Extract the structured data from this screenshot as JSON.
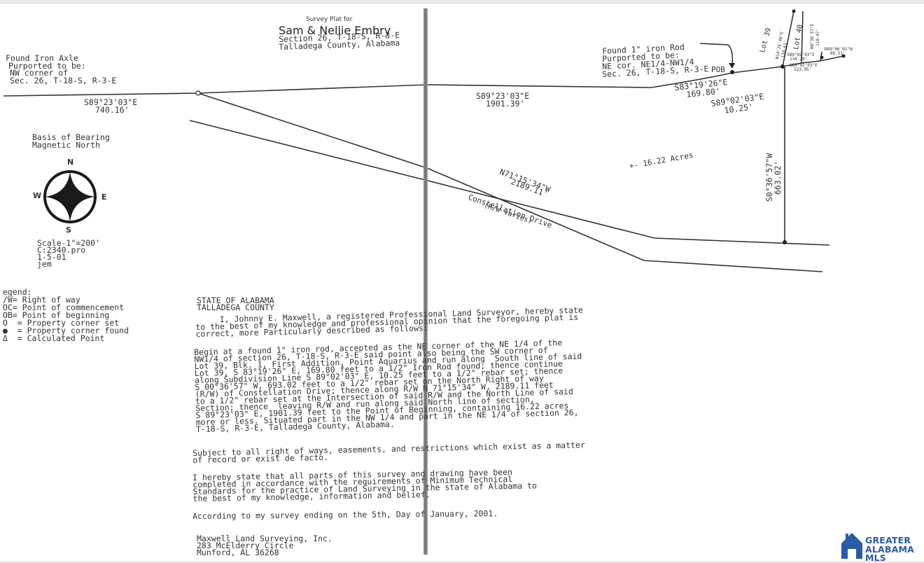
{
  "plat_header": {
    "label": "Survey Plat for",
    "owner": "Sam & Nellie Embry",
    "section": "Section 26, T-18-S, R-3-E",
    "county": "Talladega County, Alabama"
  },
  "found_axle": [
    "Found Iron Axle",
    "Purported to be:",
    "NW corner of",
    "Sec. 26, T-18-S, R-3-E"
  ],
  "found_rod": [
    "Found 1\" iron Rod",
    "Purported to be:",
    "NE cor. NE1/4-NW1/4",
    "Sec. 26, T-18-S, R-3-E"
  ],
  "pob": "POB",
  "bearings": {
    "west_bearing": "S89°23'03\"E",
    "west_distance": "740.16'",
    "north_bearing": "S89°23'03\"E",
    "north_distance": "1901.39'",
    "b1_bearing": "S83°19'26\"E",
    "b1_distance": "169.80'",
    "b2_bearing": "S89°02'03\"E",
    "b2_distance": "10.25'",
    "east_bearing": "S0°36'57\"W",
    "east_distance": "663.02'",
    "road_bearing": "N71°15'34\"W",
    "road_distance": "2189.11'"
  },
  "small_labels": {
    "ne1": "N14°26'46\"E",
    "ne1d": "134.61'",
    "ne2": "N0°36'57\"E",
    "ne2d": "110.47'",
    "ne3": "N89°06'01\"W",
    "ne3d": "86.51'",
    "ne4": "S89°02'03\"E",
    "ne4d": "134.20'",
    "ne5": "S89°02'03\"E",
    "ne5d": "123.95'"
  },
  "lots": {
    "lot39": "Lot 39",
    "lot40": "Lot 40"
  },
  "acreage": "+- 16.22 Acres",
  "road": {
    "name": "Constellation Drive",
    "rw": "(R/W varies)"
  },
  "basis": [
    "Basis of Bearing",
    "Magnetic North"
  ],
  "compass": {
    "n": "N",
    "s": "S",
    "e": "E",
    "w": "W"
  },
  "scale": [
    "Scale-1\"=200'",
    "C:2340.pro",
    "1-5-01",
    "jem"
  ],
  "legend": {
    "title": "egend:",
    "items": [
      "/W= Right of way",
      "OC= Point of commencement",
      "OB= Point of beginning",
      "O  = Property corner set",
      "●  = Property corner found",
      "Δ  = Calculated Point"
    ]
  },
  "certificate": {
    "state": "STATE OF ALABAMA",
    "county": "TALLADEGA COUNTY",
    "intro": [
      "     I, Johnny E. Maxwell, a registered Professional Land Surveyor, hereby state",
      "to the best of my knowledge and professional opinion that the foregoing plat is",
      "correct, more Particularly described as follows:"
    ],
    "description": [
      "Begin at a found 1\" iron rod, accepted as the NE corner of the NE 1/4 of the",
      "NW1/4 of section 26, T-18-S, R-3-E said point also being the SW corner of",
      "Lot 39, Blk. 1, First Addition, Point Aquarius and run along  South line of said",
      "Lot 39, S 83°19'26\" E, 169.80 feet to a 1/2\" Iron Rod found; thence continue",
      "along Subdivision Line S 89°02'03\" E, 10.25 feet to a 1/2\" rebar set; thence",
      "S 00°36'57\" W, 693.02 feet to a 1/2\" rebar set on the North Right of way",
      "(R/W) of Constellation Drive; thence along R/W N 71°15'34\" W, 2189.11 feet",
      "to a 1/2\" rebar set at the Intersection of said R/W and the North Line of said",
      "Section; thence  leaving R/W and run along said North line of section,",
      "S 89°23'03\" E, 1901.39 feet to the Point of Beginning, containing 16.22 acres",
      "more or less. Situated part in the NW 1/4 and part in the NE 1/4 of section 26,",
      "T-18-S, R-3-E, Talladega County, Alabama."
    ],
    "subject": [
      "Subject to all right of ways, easements, and restrictions which exist as a matter",
      "of record or exist de facto."
    ],
    "statement": [
      "I hereby state that all parts of this survey and drawing have been",
      "completed in accordance with the requirements of Minimum Technical",
      "Standards for the practice of Land Surveying in the state of Alabama to",
      "the best of my knowledge, information and belief."
    ],
    "ending": "According to my survey ending on the 5th, Day of January, 2001.",
    "company": [
      "Maxwell Land Surveying, Inc.",
      "283 McElderry Circle",
      "Munford, AL 36268"
    ]
  },
  "logo": {
    "line1": "GREATER",
    "line2": "ALABAMA",
    "line3": "MLS",
    "house_icon": "house-icon"
  },
  "colors": {
    "logo_blue": "#2b5aa6",
    "ink": "#333333",
    "fold": "#7a7a7a"
  }
}
